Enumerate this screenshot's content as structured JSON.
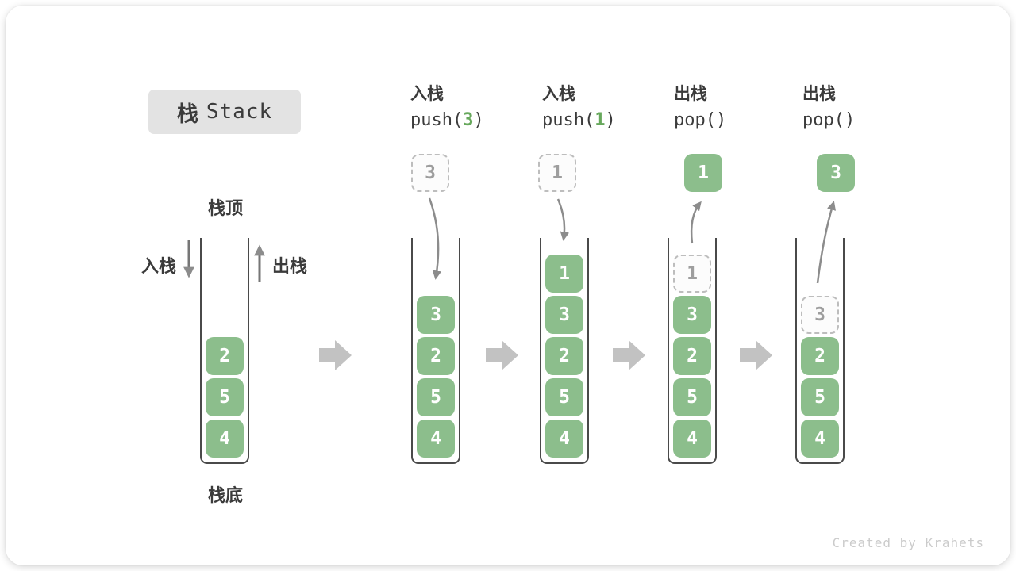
{
  "title": {
    "zh": "栈",
    "en": "Stack"
  },
  "legend": {
    "stack_top": "栈顶",
    "stack_bottom": "栈底",
    "push_label": "入栈",
    "pop_label": "出栈"
  },
  "columns": [
    {
      "id": "initial",
      "stack": [
        {
          "value": "2",
          "state": "normal"
        },
        {
          "value": "5",
          "state": "normal"
        },
        {
          "value": "4",
          "state": "normal"
        }
      ]
    },
    {
      "id": "push-3",
      "op": {
        "name": "入栈",
        "fn": "push(",
        "arg": "3",
        "close": ")"
      },
      "staged": {
        "value": "3",
        "state": "incoming"
      },
      "stack": [
        {
          "value": "3",
          "state": "normal"
        },
        {
          "value": "2",
          "state": "normal"
        },
        {
          "value": "5",
          "state": "normal"
        },
        {
          "value": "4",
          "state": "normal"
        }
      ]
    },
    {
      "id": "push-1",
      "op": {
        "name": "入栈",
        "fn": "push(",
        "arg": "1",
        "close": ")"
      },
      "staged": {
        "value": "1",
        "state": "incoming"
      },
      "stack": [
        {
          "value": "1",
          "state": "normal"
        },
        {
          "value": "3",
          "state": "normal"
        },
        {
          "value": "2",
          "state": "normal"
        },
        {
          "value": "5",
          "state": "normal"
        },
        {
          "value": "4",
          "state": "normal"
        }
      ]
    },
    {
      "id": "pop-1",
      "op": {
        "name": "出栈",
        "fn": "pop(",
        "arg": "",
        "close": ")"
      },
      "staged": {
        "value": "1",
        "state": "popped"
      },
      "stack": [
        {
          "value": "1",
          "state": "ghost"
        },
        {
          "value": "3",
          "state": "normal"
        },
        {
          "value": "2",
          "state": "normal"
        },
        {
          "value": "5",
          "state": "normal"
        },
        {
          "value": "4",
          "state": "normal"
        }
      ]
    },
    {
      "id": "pop-3",
      "op": {
        "name": "出栈",
        "fn": "pop(",
        "arg": "",
        "close": ")"
      },
      "staged": {
        "value": "3",
        "state": "popped"
      },
      "stack": [
        {
          "value": "3",
          "state": "ghost"
        },
        {
          "value": "2",
          "state": "normal"
        },
        {
          "value": "5",
          "state": "normal"
        },
        {
          "value": "4",
          "state": "normal"
        }
      ]
    }
  ],
  "watermark": "Created by Krahets",
  "colors": {
    "green": "#8cbe8c",
    "green_text": "#67a85c",
    "badge_bg": "#e3e3e3",
    "ink": "#3b3b3b",
    "ghost_border": "#bdbdbd",
    "ghost_text": "#9e9e9e",
    "arrow": "#8c8c8c",
    "block_arrow": "#c2c2c2",
    "wall": "#4a4a4a",
    "watermark": "#cbcbcb"
  }
}
